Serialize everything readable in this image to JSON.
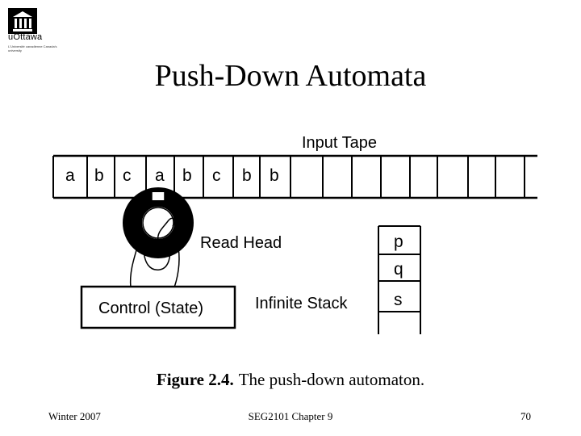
{
  "logo": {
    "name": "uOttawa",
    "subtitle": "L'Université canadienne Canada's university"
  },
  "title": "Push-Down Automata",
  "figure": {
    "input_tape_label": "Input Tape",
    "tape_symbols": [
      "a",
      "b",
      "c",
      "a",
      "b",
      "c",
      "b",
      "b"
    ],
    "read_head_label": "Read Head",
    "control_label": "Control (State)",
    "stack_label": "Infinite Stack",
    "stack_symbols": [
      "p",
      "q",
      "s"
    ]
  },
  "caption": {
    "number": "Figure 2.4.",
    "text": "The push-down automaton."
  },
  "footer": {
    "left": "Winter 2007",
    "center": "SEG2101 Chapter 9",
    "right": "70"
  }
}
